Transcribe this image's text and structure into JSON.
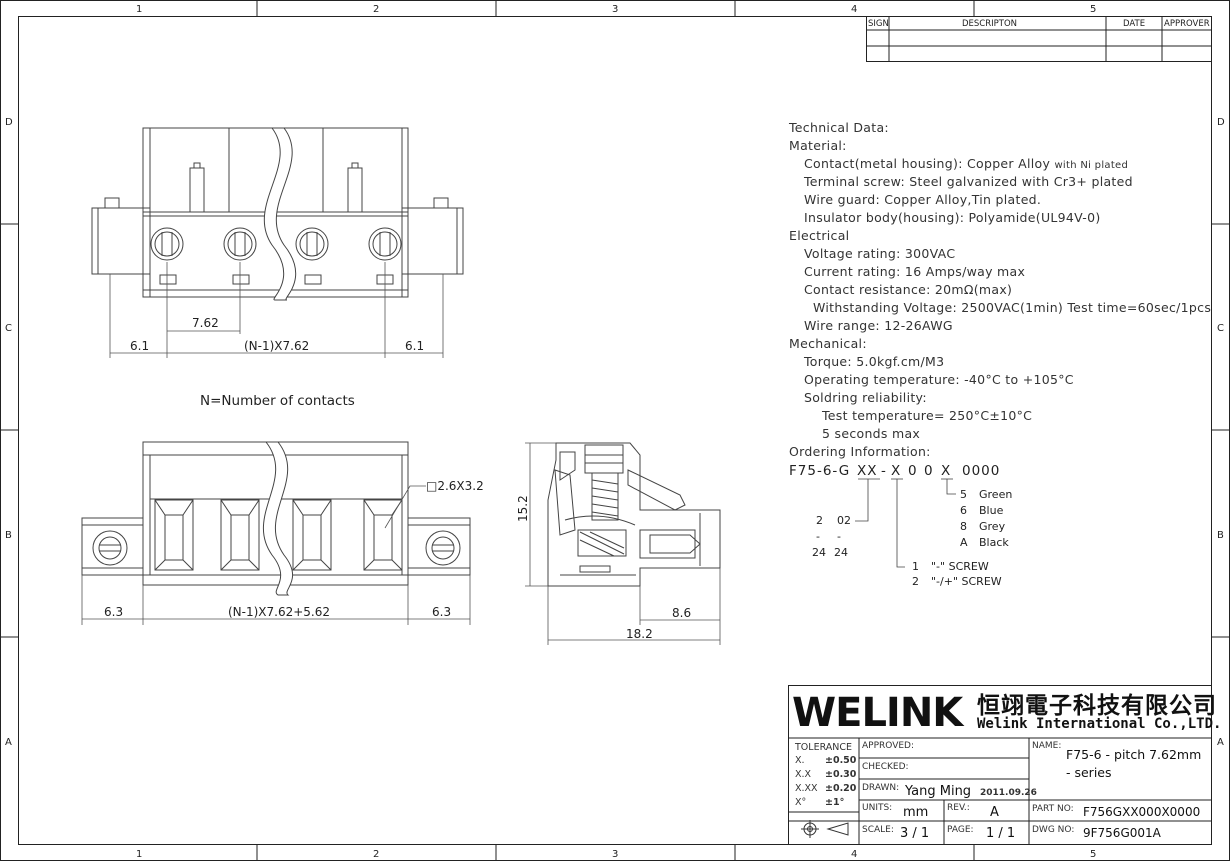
{
  "zone_columns": [
    "1",
    "2",
    "3",
    "4",
    "5"
  ],
  "zone_rows": [
    "D",
    "C",
    "B",
    "A"
  ],
  "revision_table": {
    "headers": [
      "SIGN",
      "DESCRIPTON",
      "DATE",
      "APPROVER"
    ]
  },
  "top_view": {
    "dims": {
      "pitch": "7.62",
      "left": "6.1",
      "middle": "(N-1)X7.62",
      "right": "6.1"
    }
  },
  "note_n": "N=Number of contacts",
  "front_view": {
    "callout": "□2.6X3.2",
    "dims": {
      "left": "6.3",
      "middle": "(N-1)X7.62+5.62",
      "right": "6.3"
    }
  },
  "side_view": {
    "dims": {
      "height": "15.2",
      "depth": "8.6",
      "total": "18.2"
    }
  },
  "technical_data": {
    "title": "Technical Data:",
    "material_heading": "Material:",
    "contact_main": "Contact(metal housing): Copper Alloy",
    "contact_small": "with Ni plated",
    "terminal_screw": "Terminal screw: Steel galvanized with Cr3+ plated",
    "wire_guard": "Wire guard: Copper Alloy,Tin plated.",
    "insulator": "Insulator body(housing): Polyamide(UL94V-0)",
    "electrical_heading": "Electrical",
    "voltage": "Voltage rating: 300VAC",
    "current": "Current rating: 16 Amps/way max",
    "contact_resistance": "Contact resistance: 20mΩ(max)",
    "withstanding": "Withstanding Voltage: 2500VAC(1min) Test time=60sec/1pcs",
    "wire_range": "Wire range: 12-26AWG",
    "mechanical_heading": "Mechanical:",
    "torque": "Torque: 5.0kgf.cm/M3",
    "operating_temp": "Operating temperature: -40°C to +105°C",
    "soldering": "Soldring reliability:",
    "test_temp": "Test temperature= 250°C±10°C",
    "seconds": "5 seconds max",
    "ordering_heading": "Ordering Information:"
  },
  "ordering": {
    "code": [
      "F75-6-G",
      "XX",
      "-",
      "X",
      "0",
      "0",
      "X",
      "0000"
    ],
    "positions": {
      "top": "2",
      "top_val": "02",
      "dash1": "-",
      "dash2": "-",
      "bottom": "24",
      "bottom_val": "24"
    },
    "screw_options": [
      {
        "num": "1",
        "label": "\"-\" SCREW"
      },
      {
        "num": "2",
        "label": "\"-/+\" SCREW"
      }
    ],
    "colors": [
      {
        "num": "5",
        "label": "Green"
      },
      {
        "num": "6",
        "label": "Blue"
      },
      {
        "num": "8",
        "label": "Grey"
      },
      {
        "num": "A",
        "label": "Black"
      }
    ]
  },
  "title_block": {
    "brand": "WELINK",
    "company_cn": "恒翊電子科技有限公司",
    "company_en": "Welink International Co.,LTD.",
    "tolerance_label": "TOLERANCE",
    "tolerances": [
      {
        "k": "X.",
        "v": "±0.50"
      },
      {
        "k": "X.X",
        "v": "±0.30"
      },
      {
        "k": "X.XX",
        "v": "±0.20"
      },
      {
        "k": "X°",
        "v": "±1°"
      }
    ],
    "approved_label": "APPROVED:",
    "checked_label": "CHECKED:",
    "drawn_label": "DRAWN:",
    "drawn_by": "Yang Ming",
    "drawn_date": "2011.09.26",
    "units_label": "UNITS:",
    "units": "mm",
    "rev_label": "REV.:",
    "rev": "A",
    "scale_label": "SCALE:",
    "scale": "3 / 1",
    "page_label": "PAGE:",
    "page": "1 / 1",
    "name_label": "NAME:",
    "name_line1": "F75-6 - pitch 7.62mm",
    "name_line2": "- series",
    "part_label": "PART NO:",
    "part_no": "F756GXX000X0000",
    "dwg_label": "DWG NO:",
    "dwg_no": "9F756G001A"
  }
}
